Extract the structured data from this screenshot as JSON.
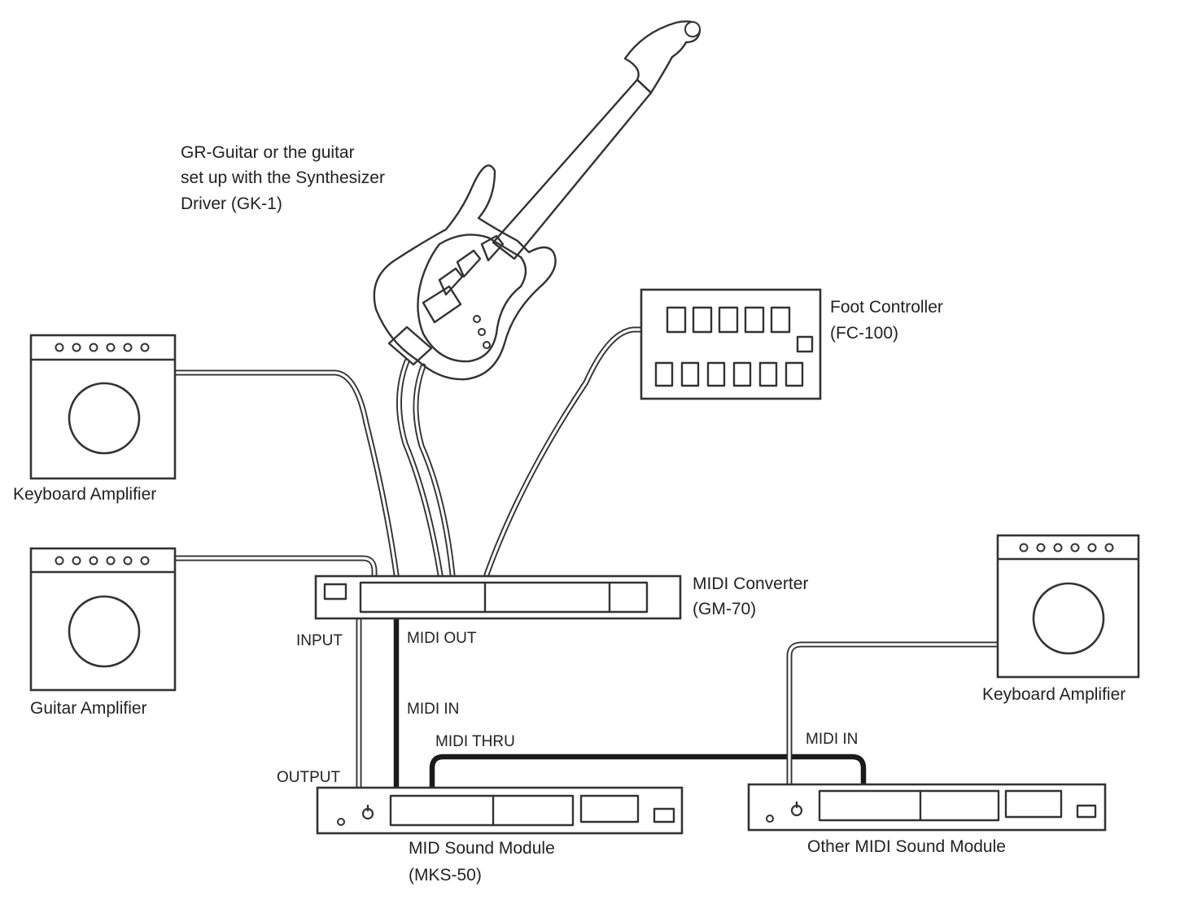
{
  "labels": {
    "guitar_line1": "GR-Guitar or the guitar",
    "guitar_line2": "set up with the Synthesizer",
    "guitar_line3": "Driver (GK-1)",
    "foot_controller_name": "Foot Controller",
    "foot_controller_model": "(FC-100)",
    "keyboard_amp_left": "Keyboard Amplifier",
    "guitar_amp": "Guitar Amplifier",
    "midi_converter_name": "MIDI Converter",
    "midi_converter_model": "(GM-70)",
    "input_port": "INPUT",
    "output_port": "OUTPUT",
    "midi_out_port": "MIDI OUT",
    "midi_in_port": "MIDI IN",
    "midi_thru_port": "MIDI THRU",
    "midi_in_port_other": "MIDI IN",
    "keyboard_amp_right": "Keyboard Amplifier",
    "sound_module_name": "MID Sound Module",
    "sound_module_model": "(MKS-50)",
    "other_module_name": "Other MIDI Sound Module"
  },
  "colors": {
    "ink": "#333333",
    "paper": "#ffffff"
  }
}
